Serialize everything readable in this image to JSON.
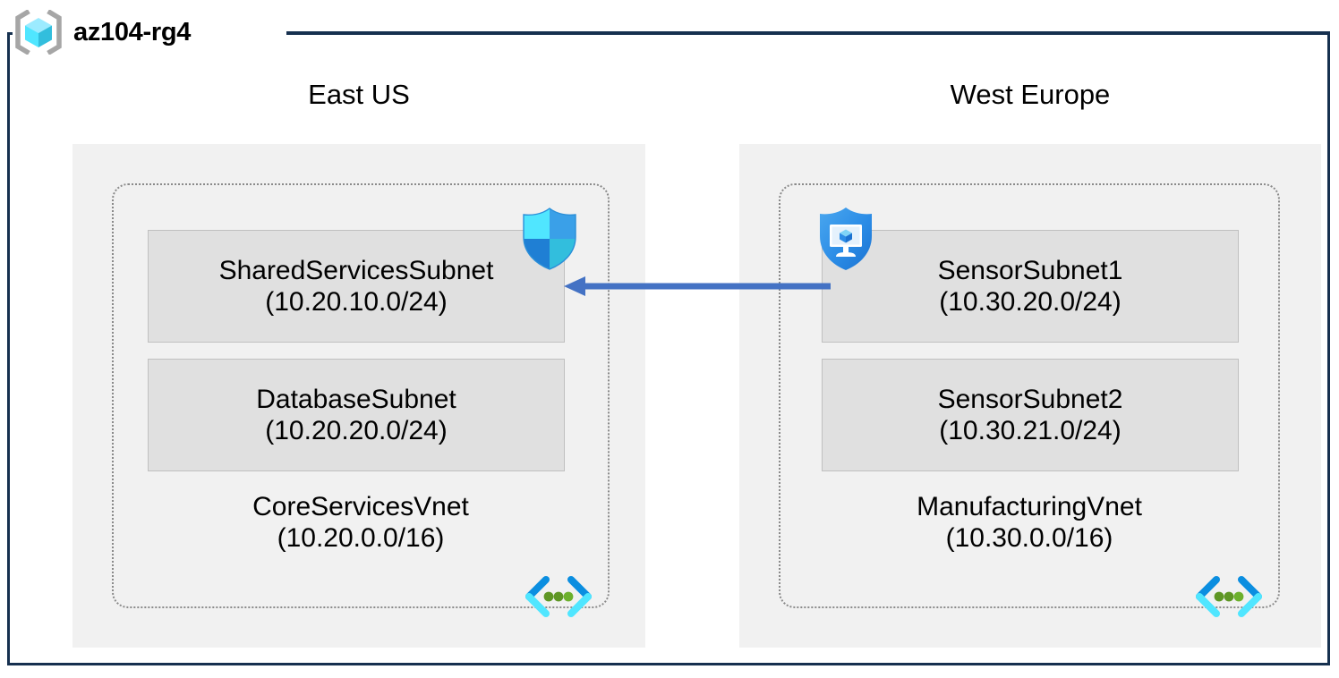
{
  "diagram": {
    "resource_group": {
      "name": "az104-rg4",
      "icon": "resource-group-cube-icon",
      "frame_color": "#16304f"
    },
    "colors": {
      "region_fill": "#f1f1f1",
      "subnet_fill": "#e0e0e0",
      "subnet_border": "#c0c0c0",
      "vnet_border": "#8a8a8a",
      "arrow": "#4472c4",
      "azure_blue": "#0078d4",
      "azure_cyan": "#50e6ff",
      "vnet_dot_green": "#5e9624"
    },
    "regions": [
      {
        "label": "East US",
        "vnet": {
          "name": "CoreServicesVnet",
          "address_space": "(10.20.0.0/16)",
          "icon": "virtual-network-icon",
          "subnets": [
            {
              "name": "SharedServicesSubnet",
              "cidr": "(10.20.10.0/24)",
              "icon": "network-security-group-shield-icon"
            },
            {
              "name": "DatabaseSubnet",
              "cidr": "(10.20.20.0/24)",
              "icon": null
            }
          ]
        }
      },
      {
        "label": "West Europe",
        "vnet": {
          "name": "ManufacturingVnet",
          "address_space": "(10.30.0.0/16)",
          "icon": "virtual-network-icon",
          "subnets": [
            {
              "name": "SensorSubnet1",
              "cidr": "(10.30.20.0/24)",
              "icon": "bastion-shield-monitor-icon"
            },
            {
              "name": "SensorSubnet2",
              "cidr": "(10.30.21.0/24)",
              "icon": null
            }
          ]
        }
      }
    ],
    "connection": {
      "name": "vnet-peering-arrow",
      "direction": "right-to-left",
      "from": "SensorSubnet1",
      "to": "SharedServicesSubnet"
    }
  }
}
